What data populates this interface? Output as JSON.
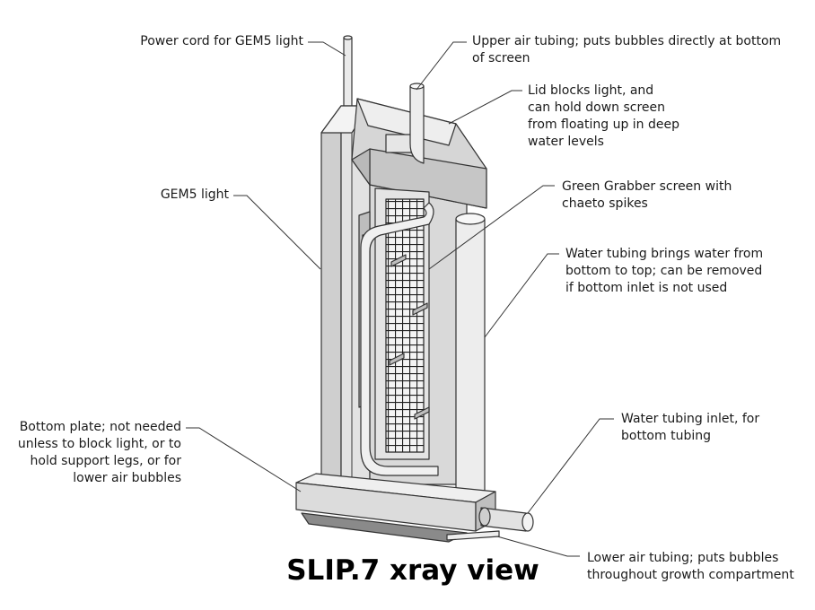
{
  "title": "SLIP.7 xray view",
  "callouts": {
    "power_cord": "Power cord for GEM5 light",
    "upper_air": "Upper air tubing; puts bubbles directly at bottom\nof screen",
    "lid": "Lid blocks light, and\ncan hold down screen\nfrom floating up in deep\nwater levels",
    "gem5": "GEM5 light",
    "screen": "Green Grabber screen with\nchaeto spikes",
    "water_tubing": "Water tubing brings water from\nbottom to top; can be removed\nif bottom inlet is not used",
    "bottom_plate": "Bottom plate; not needed\nunless to block light, or to\nhold support legs, or for\nlower air bubbles",
    "inlet": "Water tubing inlet, for\nbottom tubing",
    "lower_air": "Lower air tubing; puts bubbles\nthroughout growth compartment"
  }
}
